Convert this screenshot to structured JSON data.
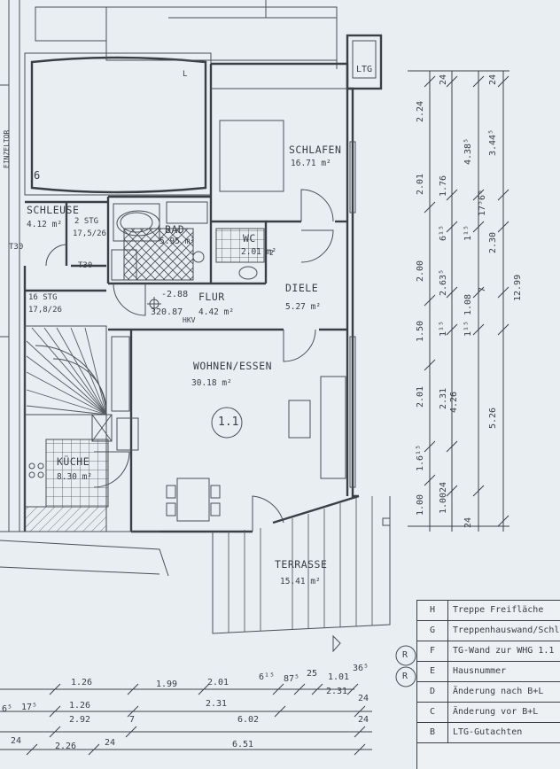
{
  "rooms": {
    "schlafen": {
      "name": "SCHLAFEN",
      "area": "16.71 m²"
    },
    "schleuse": {
      "name": "SCHLEUSE",
      "area": "4.12 m²"
    },
    "bad": {
      "name": "BAD",
      "area": "5.95 m²"
    },
    "wc": {
      "name": "WC",
      "area": "2.01 m²"
    },
    "diele": {
      "name": "DIELE",
      "area": "5.27 m²"
    },
    "flur": {
      "name": "FLUR",
      "area": "4.42 m²"
    },
    "wohnen": {
      "name": "WOHNEN/ESSEN",
      "area": "30.18 m²"
    },
    "kueche": {
      "name": "KÜCHE",
      "area": "8.30 m²"
    },
    "terrasse": {
      "name": "TERRASSE",
      "area": "15.41 m²"
    }
  },
  "labels": {
    "ltg": "LTG",
    "einzeltor": "EINZELTOR",
    "stair_number": "6",
    "t30_left": "T30",
    "t30_mid": "T30",
    "stg_small": "2 STG",
    "stg_small_ratio": "17,5/26",
    "stg_large": "16 STG",
    "stg_large_ratio": "17,8/26",
    "level": "-2.88",
    "level_nn": "320.87",
    "hkv": "HKV",
    "unit": "1.1",
    "l_mark": "L",
    "note_2": "2"
  },
  "dims_right": {
    "c1": [
      "2.24",
      "2.01",
      "2.00",
      "1.50",
      "2.01",
      "1.6¹⁵",
      "1.00"
    ],
    "c2": [
      "1.76",
      "6¹⁵",
      "2.63⁵",
      "1¹⁵",
      "2.31",
      "24",
      "1.00"
    ],
    "c3": [
      "4.38⁵",
      "1¹⁵",
      "1.08",
      "1¹⁵",
      "4.26",
      "24"
    ],
    "c4": [
      "3.44⁵",
      "17⁵6⁵",
      "2.30",
      "7",
      "5.26"
    ],
    "c5": [
      "12.99"
    ],
    "top": [
      "24",
      "24"
    ]
  },
  "dims_bottom": {
    "r1": [
      "1.26",
      "1.99",
      "2.01",
      "6¹⁵",
      "87⁵",
      "25",
      "1.01",
      "36⁵"
    ],
    "r2": [
      "6⁵",
      "17⁵",
      "1.26",
      "2.31",
      "2.31",
      "24"
    ],
    "r3": [
      "2.92",
      "7",
      "6.02",
      "24"
    ],
    "r4": [
      "24",
      "2.26",
      "24",
      "6.51"
    ]
  },
  "legend": [
    {
      "code": "H",
      "text": "Treppe Freifläche"
    },
    {
      "code": "G",
      "text": "Treppenhauswand/Schleuse"
    },
    {
      "code": "F",
      "text": "TG-Wand zur WHG 1.1"
    },
    {
      "code": "E",
      "text": "Hausnummer"
    },
    {
      "code": "D",
      "text": "Änderung nach B+L"
    },
    {
      "code": "C",
      "text": "Änderung vor B+L"
    },
    {
      "code": "B",
      "text": "LTG-Gutachten"
    }
  ],
  "legend_marks": [
    "R",
    "R"
  ],
  "colors": {
    "paper": "#e9eef2",
    "ink": "#3b3f45"
  }
}
